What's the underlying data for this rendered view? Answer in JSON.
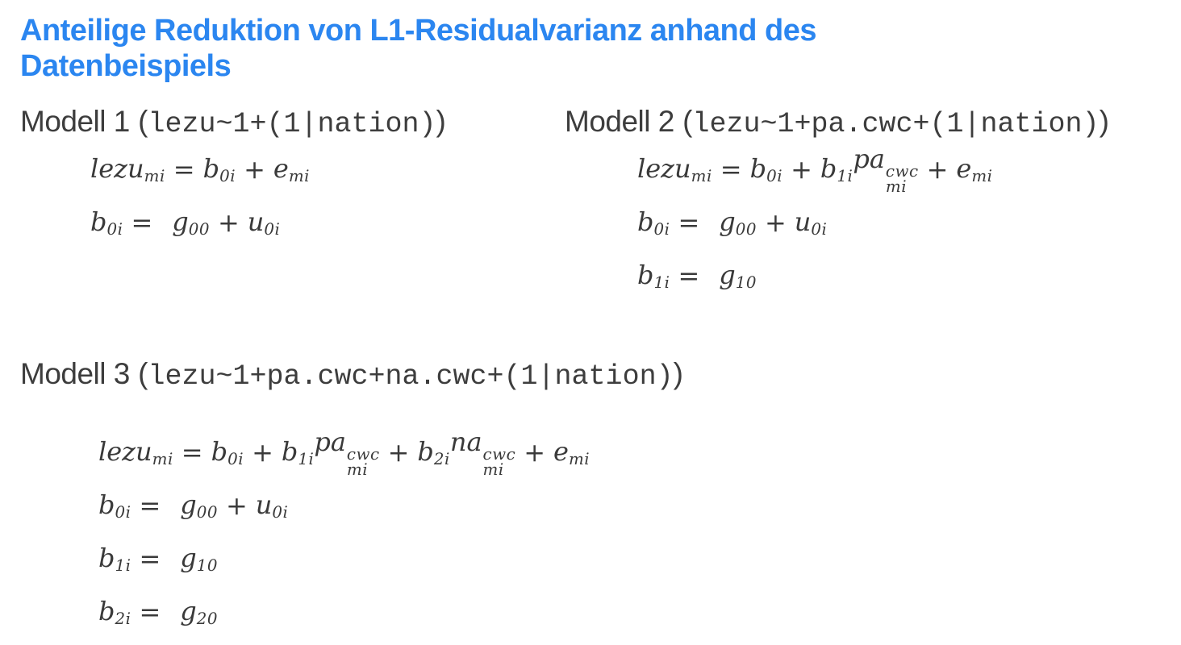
{
  "title": {
    "text": "Anteilige Reduktion von L1-Residualvarianz anhand des Datenbeispiels",
    "color": "#2b86f0"
  },
  "ui": {
    "paren_open": " (",
    "paren_close": ")"
  },
  "models": [
    {
      "label": "Modell 1",
      "code": "lezu~1+(1|nation)",
      "equations": [
        [
          {
            "text": "lezu",
            "sub": "mi"
          },
          {
            "op": "="
          },
          {
            "text": "b",
            "sub": "0i"
          },
          {
            "op": "+"
          },
          {
            "text": "e",
            "sub": "mi"
          }
        ],
        [
          {
            "text": "b",
            "sub": "0i"
          },
          {
            "op": "=",
            "wide": true
          },
          {
            "text": "g",
            "sub": "00"
          },
          {
            "op": "+"
          },
          {
            "text": "u",
            "sub": "0i"
          }
        ]
      ]
    },
    {
      "label": "Modell 2",
      "code": "lezu~1+pa.cwc+(1|nation)",
      "equations": [
        [
          {
            "text": "lezu",
            "sub": "mi"
          },
          {
            "op": "="
          },
          {
            "text": "b",
            "sub": "0i"
          },
          {
            "op": "+"
          },
          {
            "text": "b",
            "sub": "1i"
          },
          {
            "text": "pa",
            "sub": "mi",
            "sup": "cwc"
          },
          {
            "op": "+"
          },
          {
            "text": "e",
            "sub": "mi"
          }
        ],
        [
          {
            "text": "b",
            "sub": "0i"
          },
          {
            "op": "=",
            "wide": true
          },
          {
            "text": "g",
            "sub": "00"
          },
          {
            "op": "+"
          },
          {
            "text": "u",
            "sub": "0i"
          }
        ],
        [
          {
            "text": "b",
            "sub": "1i"
          },
          {
            "op": "=",
            "wide": true
          },
          {
            "text": "g",
            "sub": "10"
          }
        ]
      ]
    },
    {
      "label": "Modell 3",
      "code": "lezu~1+pa.cwc+na.cwc+(1|nation)",
      "equations": [
        [
          {
            "text": "lezu",
            "sub": "mi"
          },
          {
            "op": "="
          },
          {
            "text": "b",
            "sub": "0i"
          },
          {
            "op": "+"
          },
          {
            "text": "b",
            "sub": "1i"
          },
          {
            "text": "pa",
            "sub": "mi",
            "sup": "cwc"
          },
          {
            "op": "+"
          },
          {
            "text": "b",
            "sub": "2i"
          },
          {
            "text": "na",
            "sub": "mi",
            "sup": "cwc"
          },
          {
            "op": "+"
          },
          {
            "text": "e",
            "sub": "mi"
          }
        ],
        [
          {
            "text": "b",
            "sub": "0i"
          },
          {
            "op": "=",
            "wide": true
          },
          {
            "text": "g",
            "sub": "00"
          },
          {
            "op": "+"
          },
          {
            "text": "u",
            "sub": "0i"
          }
        ],
        [
          {
            "text": "b",
            "sub": "1i"
          },
          {
            "op": "=",
            "wide": true
          },
          {
            "text": "g",
            "sub": "10"
          }
        ],
        [
          {
            "text": "b",
            "sub": "2i"
          },
          {
            "op": "=",
            "wide": true
          },
          {
            "text": "g",
            "sub": "20"
          }
        ]
      ]
    }
  ]
}
